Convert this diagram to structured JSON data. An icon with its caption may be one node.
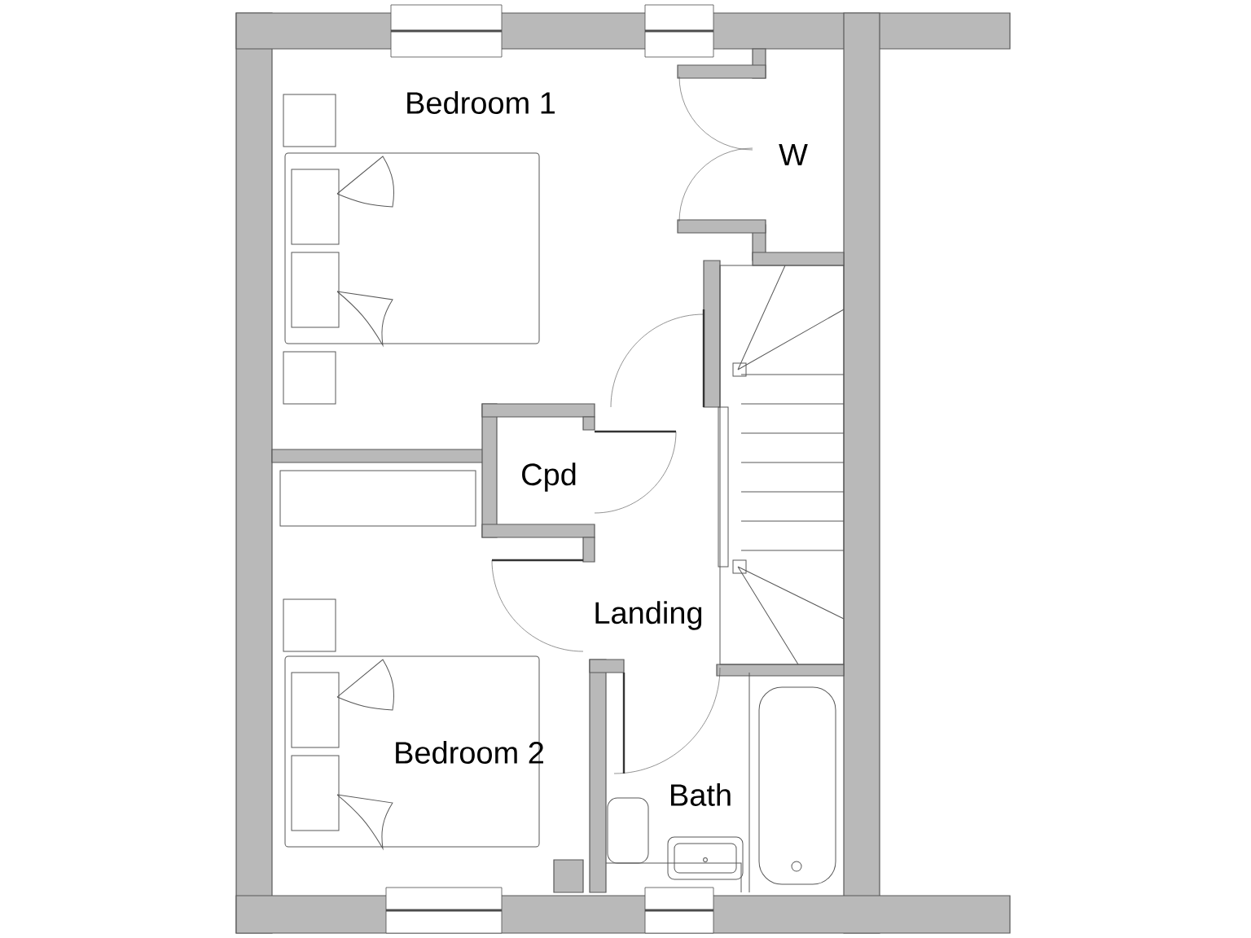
{
  "diagram": {
    "labels": [
      "Bedroom 1",
      "W",
      "Cpd",
      "Landing",
      "Bedroom 2",
      "Bath"
    ]
  }
}
